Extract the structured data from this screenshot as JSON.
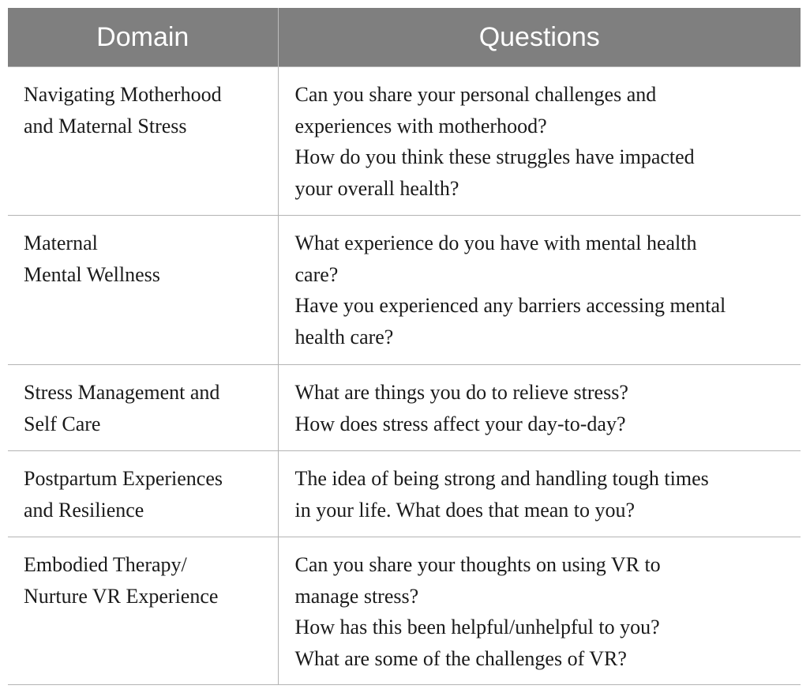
{
  "table": {
    "headers": {
      "domain": "Domain",
      "questions": "Questions"
    },
    "rows": [
      {
        "domain_lines": [
          "Navigating Motherhood",
          "and Maternal Stress"
        ],
        "question_lines": [
          "Can you share your personal challenges and",
          "experiences with motherhood?",
          "How do you think these struggles have impacted",
          "your overall health?"
        ]
      },
      {
        "domain_lines": [
          "Maternal",
          "Mental Wellness"
        ],
        "question_lines": [
          "What experience do you have with mental health",
          "care?",
          "Have you experienced any barriers accessing mental",
          "health care?"
        ]
      },
      {
        "domain_lines": [
          "Stress Management and",
          "Self Care"
        ],
        "question_lines": [
          "What are things you do to relieve stress?",
          "How does stress affect your day-to-day?"
        ]
      },
      {
        "domain_lines": [
          "Postpartum Experiences",
          "and Resilience"
        ],
        "question_lines": [
          "The idea of being strong and handling tough times",
          "in your life. What does that mean to you?"
        ]
      },
      {
        "domain_lines": [
          "Embodied Therapy/",
          "Nurture VR Experience"
        ],
        "question_lines": [
          "Can you share your thoughts on using VR to",
          "manage stress?",
          "How has this been helpful/unhelpful to you?",
          "What are some of the challenges of VR?"
        ]
      }
    ]
  },
  "colors": {
    "header_background": "#7f7f7f",
    "header_text": "#ffffff",
    "rule_lines": "#b3b3b3",
    "body_text": "#1a1a1a"
  }
}
